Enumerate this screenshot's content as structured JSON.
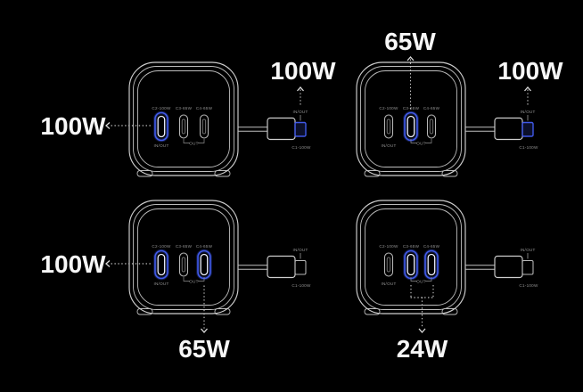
{
  "title": "GaN charger power distribution diagram",
  "colors": {
    "background": "#000000",
    "accent_blue": "#4059e8",
    "outline_gray": "#cfcfcf",
    "label_gray": "#929292",
    "text_white": "#f7f7f7"
  },
  "device": {
    "port_labels": [
      "C2-100W",
      "C3-65W",
      "C4-65W"
    ],
    "port1_sublabel": "IN/OUT",
    "out_group_label": "OUT",
    "cable_label_top": "IN/OUT",
    "cable_label_bottom": "C1-100W"
  },
  "scenarios": [
    {
      "id": "top-left",
      "callouts": {
        "port": "100W",
        "cable": "100W"
      },
      "highlighted_ports": [
        "C2"
      ],
      "cable_highlighted": true
    },
    {
      "id": "top-right",
      "callouts": {
        "port": "65W",
        "cable": "100W"
      },
      "highlighted_ports": [
        "C3"
      ],
      "cable_highlighted": true
    },
    {
      "id": "bottom-left",
      "callouts": {
        "port": "100W",
        "port2": "65W"
      },
      "highlighted_ports": [
        "C2",
        "C4"
      ],
      "cable_highlighted": false
    },
    {
      "id": "bottom-right",
      "callouts": {
        "combined": "24W"
      },
      "highlighted_ports": [
        "C3",
        "C4"
      ],
      "cable_highlighted": false
    }
  ]
}
